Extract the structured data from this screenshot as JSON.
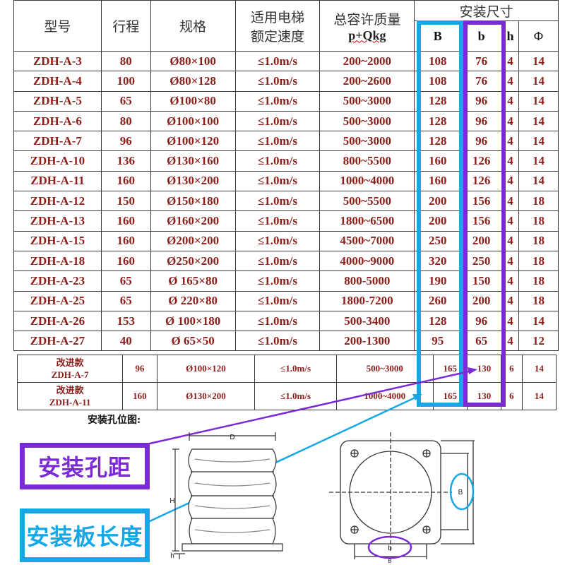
{
  "header": {
    "model": "型号",
    "stroke": "行程",
    "spec": "规格",
    "speed_line1": "适用电梯",
    "speed_line2": "额定速度",
    "mass_line1": "总容许质量",
    "mass_line2": "p+Qkg",
    "install_dims": "安装尺寸",
    "B": "B",
    "b": "b",
    "h": "h",
    "phi": "Φ"
  },
  "rows": [
    [
      "ZDH-A-3",
      "80",
      "Ø80×100",
      "≤1.0m/s",
      "200~2000",
      "108",
      "76",
      "4",
      "14"
    ],
    [
      "ZDH-A-4",
      "100",
      "Ø80×128",
      "≤1.0m/s",
      "200~2600",
      "108",
      "76",
      "4",
      "14"
    ],
    [
      "ZDH-A-5",
      "65",
      "Ø100×80",
      "≤1.0m/s",
      "500~3000",
      "128",
      "96",
      "4",
      "14"
    ],
    [
      "ZDH-A-6",
      "80",
      "Ø100×100",
      "≤1.0m/s",
      "500~3000",
      "128",
      "96",
      "4",
      "14"
    ],
    [
      "ZDH-A-7",
      "96",
      "Ø100×120",
      "≤1.0m/s",
      "500~3000",
      "128",
      "96",
      "4",
      "14"
    ],
    [
      "ZDH-A-10",
      "136",
      "Ø130×160",
      "≤1.0m/s",
      "800~5500",
      "160",
      "126",
      "4",
      "14"
    ],
    [
      "ZDH-A-11",
      "160",
      "Ø130×200",
      "≤1.0m/s",
      "1000~4000",
      "160",
      "126",
      "4",
      "14"
    ],
    [
      "ZDH-A-12",
      "150",
      "Ø150×180",
      "≤1.0m/s",
      "500~5500",
      "200",
      "156",
      "4",
      "18"
    ],
    [
      "ZDH-A-13",
      "160",
      "Ø160×200",
      "≤1.0m/s",
      "1800~6500",
      "200",
      "156",
      "4",
      "18"
    ],
    [
      "ZDH-A-15",
      "160",
      "Ø200×200",
      "≤1.0m/s",
      "4500~7000",
      "250",
      "200",
      "4",
      "18"
    ],
    [
      "ZDH-A-18",
      "160",
      "Ø250×200",
      "≤1.0m/s",
      "4000~9000",
      "320",
      "250",
      "4",
      "18"
    ],
    [
      "ZDH-A-23",
      "65",
      "Ø 165×80",
      "≤1.0m/s",
      "800-5000",
      "190",
      "150",
      "4",
      "18"
    ],
    [
      "ZDH-A-25",
      "65",
      "Ø 220×80",
      "≤1.0m/s",
      "1800-7200",
      "260",
      "200",
      "4",
      "18"
    ],
    [
      "ZDH-A-26",
      "153",
      "Ø 100×180",
      "≤1.0m/s",
      "500-3400",
      "128",
      "96",
      "4",
      "14"
    ],
    [
      "ZDH-A-27",
      "40",
      "Ø 65×50",
      "≤1.0m/s",
      "200-1300",
      "95",
      "65",
      "4",
      "12"
    ]
  ],
  "improved_rows": [
    {
      "prefix": "改进款",
      "model": "ZDH-A-7",
      "stroke": "96",
      "spec": "Ø100×120",
      "speed": "≤1.0m/s",
      "mass": "500~3000",
      "B": "165",
      "b": "130",
      "h": "6",
      "phi": "14"
    },
    {
      "prefix": "改进款",
      "model": "ZDH-A-11",
      "stroke": "160",
      "spec": "Ø130×200",
      "speed": "≤1.0m/s",
      "mass": "1000~4000",
      "B": "165",
      "b": "130",
      "h": "6",
      "phi": "14"
    }
  ],
  "caption": "安装孔位图:",
  "labels": {
    "hole_spacing": "安装孔距",
    "plate_length": "安装板长度"
  },
  "diagram": {
    "D": "D",
    "H": "H",
    "h": "h",
    "B": "B",
    "b": "b"
  },
  "colors": {
    "blue": "#16a7e6",
    "purple": "#7a2bd6",
    "value_red": "#8b1f1a"
  }
}
